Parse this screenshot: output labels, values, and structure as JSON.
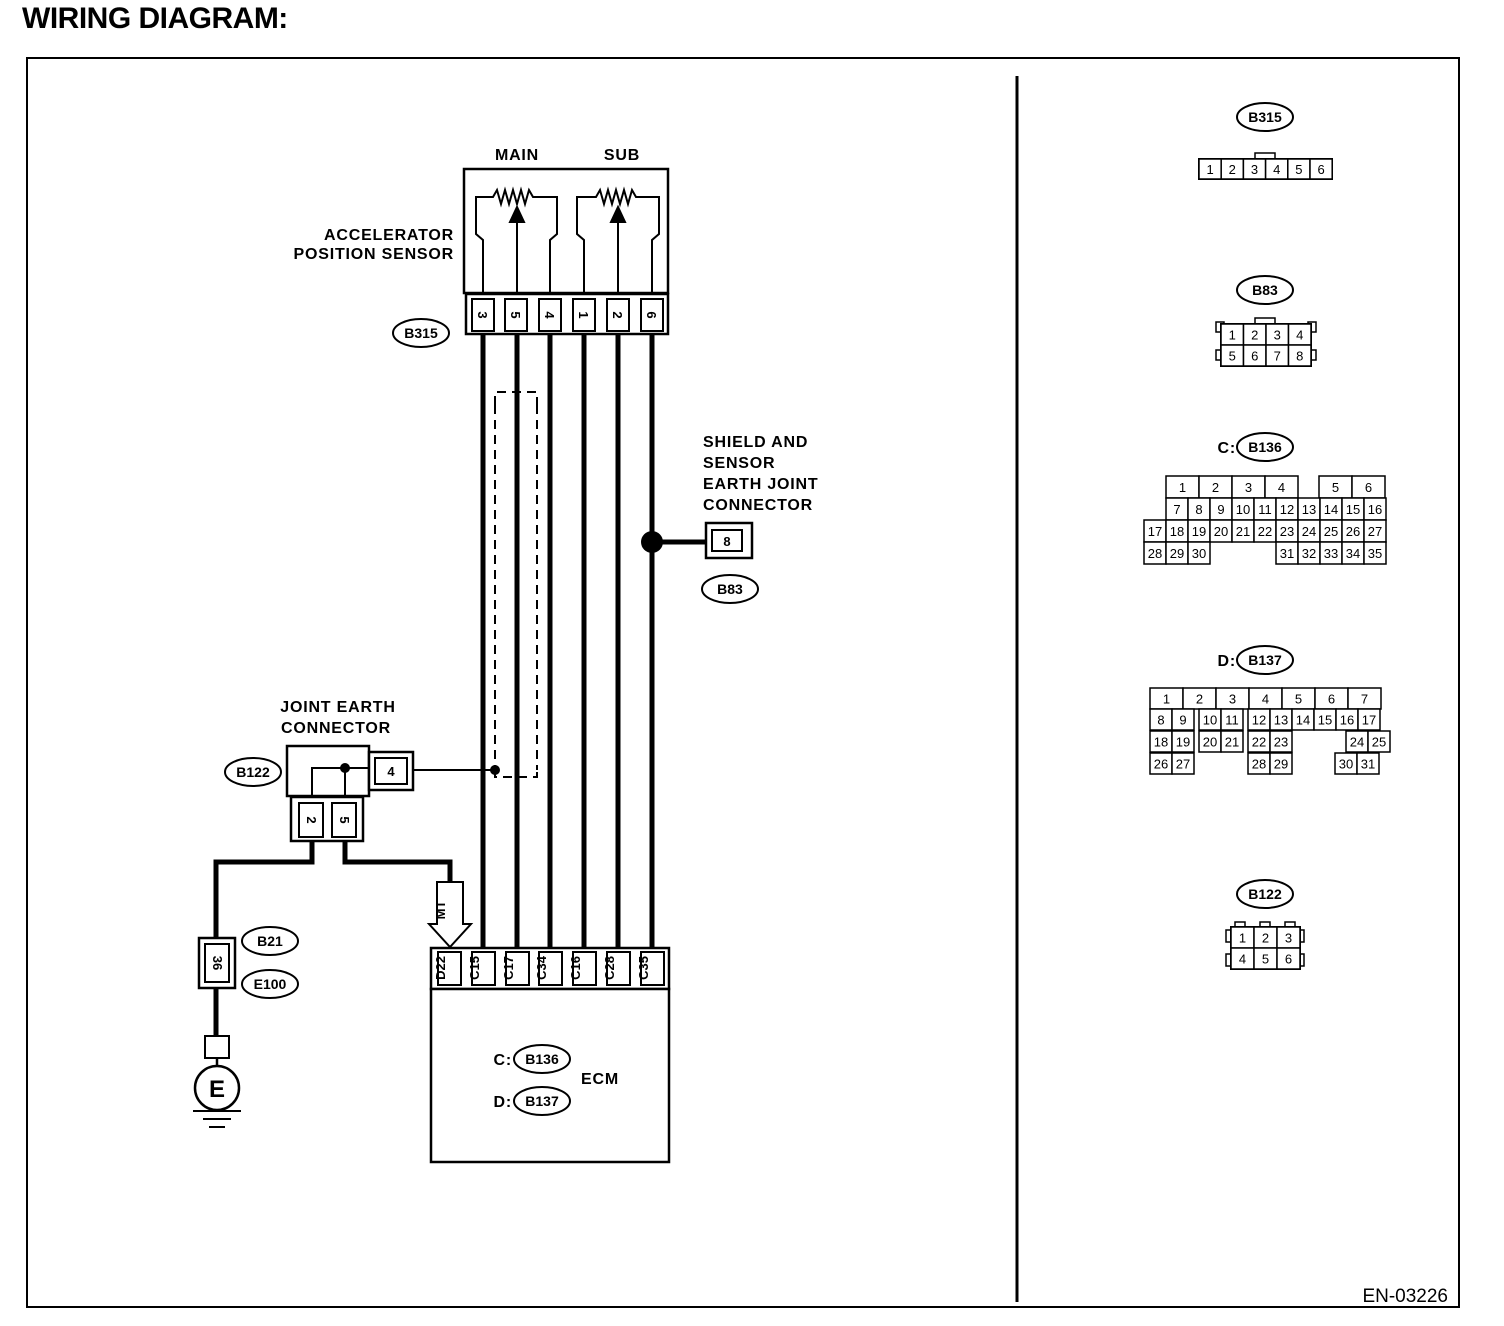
{
  "title": "WIRING DIAGRAM:",
  "sensor": {
    "name_line1": "ACCELERATOR",
    "name_line2": "POSITION SENSOR",
    "main_label": "MAIN",
    "sub_label": "SUB",
    "connector": "B315",
    "pins": [
      "3",
      "5",
      "4",
      "1",
      "2",
      "6"
    ]
  },
  "shield": {
    "line1": "SHIELD AND",
    "line2": "SENSOR",
    "line3": "EARTH JOINT",
    "line4": "CONNECTOR",
    "pin": "8",
    "connector": "B83"
  },
  "joint_earth": {
    "line1": "JOINT EARTH",
    "line2": "CONNECTOR",
    "connector": "B122",
    "pin_side": "4",
    "pins_bottom": [
      "2",
      "5"
    ]
  },
  "mt_label": "MT",
  "earth": {
    "pin": "36",
    "connector1": "B21",
    "connector2": "E100",
    "symbol": "E"
  },
  "ecm": {
    "name": "ECM",
    "pins": [
      "D22",
      "C15",
      "C17",
      "C34",
      "C16",
      "C28",
      "C35"
    ],
    "ref_c_prefix": "C:",
    "ref_c": "B136",
    "ref_d_prefix": "D:",
    "ref_d": "B137"
  },
  "connectors": {
    "b315": {
      "tag": "B315",
      "pins": [
        "1",
        "2",
        "3",
        "4",
        "5",
        "6"
      ]
    },
    "b83": {
      "tag": "B83",
      "row1": [
        "1",
        "2",
        "3",
        "4"
      ],
      "row2": [
        "5",
        "6",
        "7",
        "8"
      ]
    },
    "b136": {
      "prefix": "C:",
      "tag": "B136",
      "row1": [
        "1",
        "2",
        "3",
        "4",
        "5",
        "6"
      ],
      "row2": [
        "7",
        "8",
        "9",
        "10",
        "11",
        "12",
        "13",
        "14",
        "15",
        "16"
      ],
      "row3": [
        "17",
        "18",
        "19",
        "20",
        "21",
        "22",
        "23",
        "24",
        "25",
        "26",
        "27"
      ],
      "row4": [
        "28",
        "29",
        "30",
        "31",
        "32",
        "33",
        "34",
        "35"
      ]
    },
    "b137": {
      "prefix": "D:",
      "tag": "B137",
      "row1": [
        "1",
        "2",
        "3",
        "4",
        "5",
        "6",
        "7"
      ],
      "row2": [
        "8",
        "9",
        "10",
        "11",
        "12",
        "13",
        "14",
        "15",
        "16",
        "17"
      ],
      "row3": [
        "18",
        "19",
        "20",
        "21",
        "22",
        "23",
        "24",
        "25"
      ],
      "row4": [
        "26",
        "27",
        "28",
        "29",
        "30",
        "31"
      ]
    },
    "b122": {
      "tag": "B122",
      "row1": [
        "1",
        "2",
        "3"
      ],
      "row2": [
        "4",
        "5",
        "6"
      ]
    }
  },
  "doc_id": "EN-03226"
}
